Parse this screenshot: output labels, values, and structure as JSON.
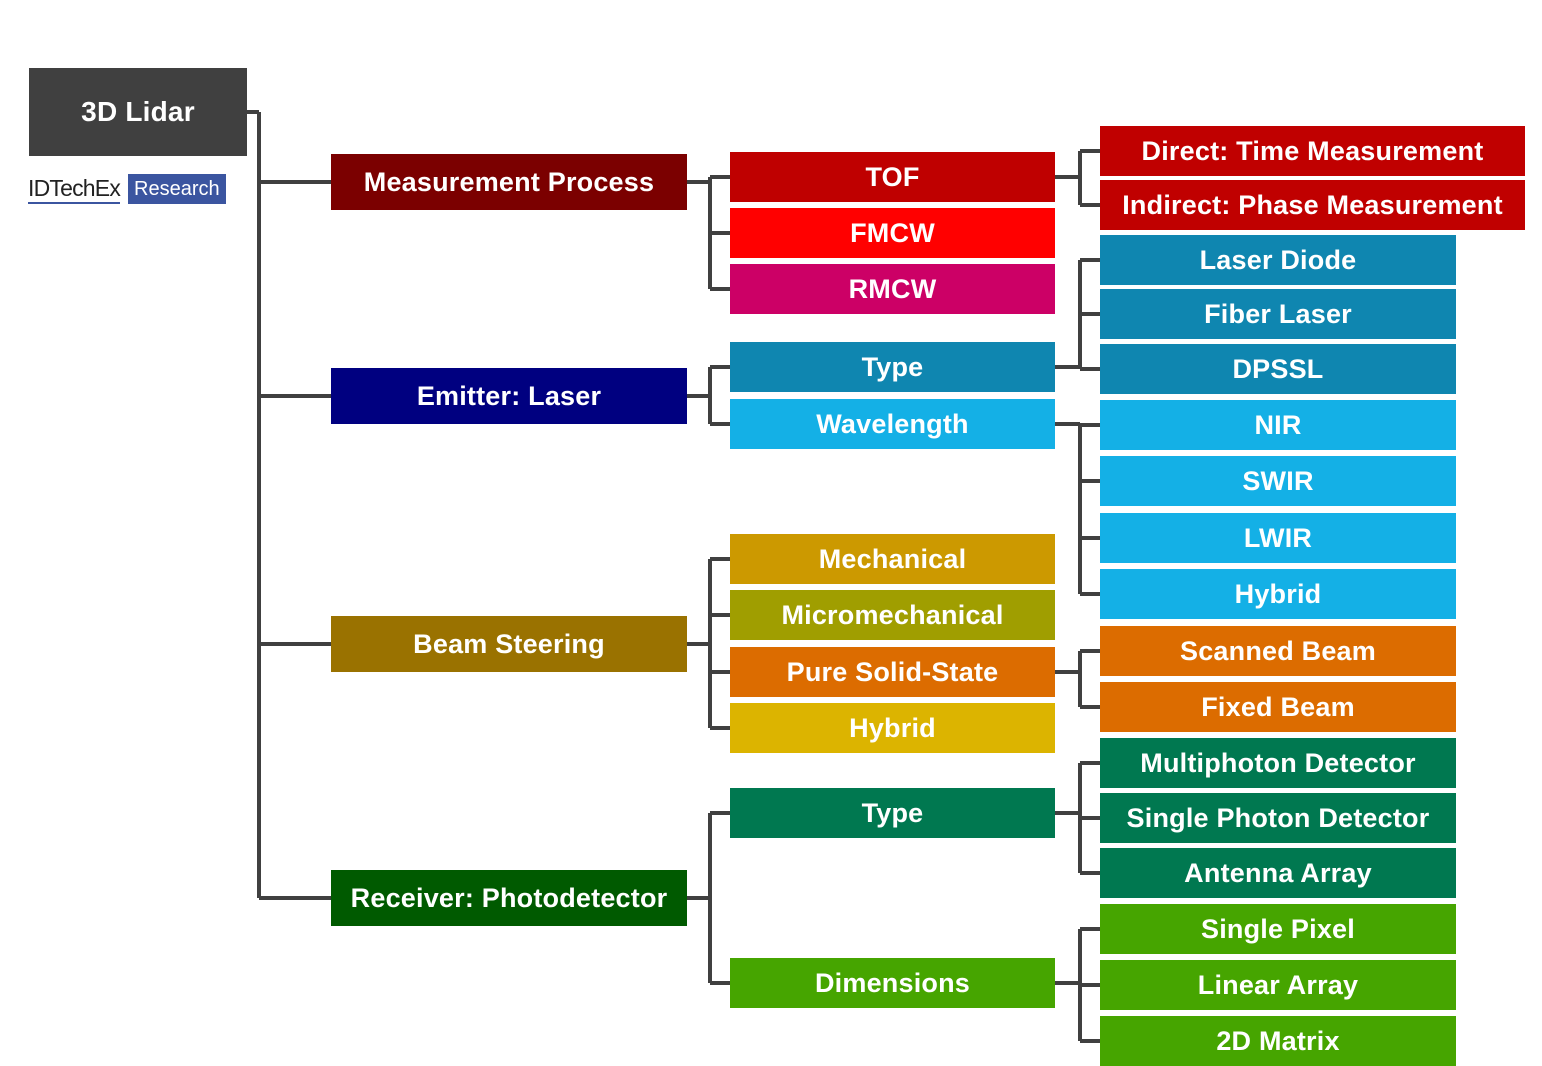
{
  "root": {
    "label": "3D Lidar",
    "color": "#404040"
  },
  "logo": {
    "name": "IDTechEx",
    "badge": "Research",
    "color": "#3b55a0"
  },
  "connector_color": "#404040",
  "categories": [
    {
      "label": "Measurement Process",
      "color": "#7b0000",
      "children": [
        {
          "label": "TOF",
          "color": "#bf0000",
          "children": [
            {
              "label": "Direct: Time Measurement",
              "color": "#c00000"
            },
            {
              "label": "Indirect: Phase Measurement",
              "color": "#c00000"
            }
          ]
        },
        {
          "label": "FMCW",
          "color": "#ff0000",
          "children": []
        },
        {
          "label": "RMCW",
          "color": "#cc0066",
          "children": []
        }
      ]
    },
    {
      "label": "Emitter: Laser",
      "color": "#000080",
      "children": [
        {
          "label": "Type",
          "color": "#0f86b0",
          "children": [
            {
              "label": "Laser Diode",
              "color": "#0f86b0"
            },
            {
              "label": "Fiber Laser",
              "color": "#0f86b0"
            },
            {
              "label": "DPSSL",
              "color": "#0f86b0"
            }
          ]
        },
        {
          "label": "Wavelength",
          "color": "#14b0e6",
          "children": [
            {
              "label": "NIR",
              "color": "#14b0e6"
            },
            {
              "label": "SWIR",
              "color": "#14b0e6"
            },
            {
              "label": "LWIR",
              "color": "#14b0e6"
            },
            {
              "label": "Hybrid",
              "color": "#14b0e6"
            }
          ]
        }
      ]
    },
    {
      "label": "Beam Steering",
      "color": "#9a7200",
      "children": [
        {
          "label": "Mechanical",
          "color": "#cc9900",
          "children": []
        },
        {
          "label": "Micromechanical",
          "color": "#a09e00",
          "children": []
        },
        {
          "label": "Pure Solid-State",
          "color": "#dc6c00",
          "children": [
            {
              "label": "Scanned Beam",
              "color": "#dc6c00"
            },
            {
              "label": "Fixed Beam",
              "color": "#dc6c00"
            }
          ]
        },
        {
          "label": "Hybrid",
          "color": "#dcb400",
          "children": []
        }
      ]
    },
    {
      "label": "Receiver: Photodetector",
      "color": "#005a00",
      "children": [
        {
          "label": "Type",
          "color": "#007850",
          "children": [
            {
              "label": "Multiphoton Detector",
              "color": "#007850"
            },
            {
              "label": "Single Photon Detector",
              "color": "#007850"
            },
            {
              "label": "Antenna Array",
              "color": "#007850"
            }
          ]
        },
        {
          "label": "Dimensions",
          "color": "#46a500",
          "children": [
            {
              "label": "Single Pixel",
              "color": "#46a500"
            },
            {
              "label": "Linear Array",
              "color": "#46a500"
            },
            {
              "label": "2D Matrix",
              "color": "#46a500"
            }
          ]
        }
      ]
    }
  ]
}
